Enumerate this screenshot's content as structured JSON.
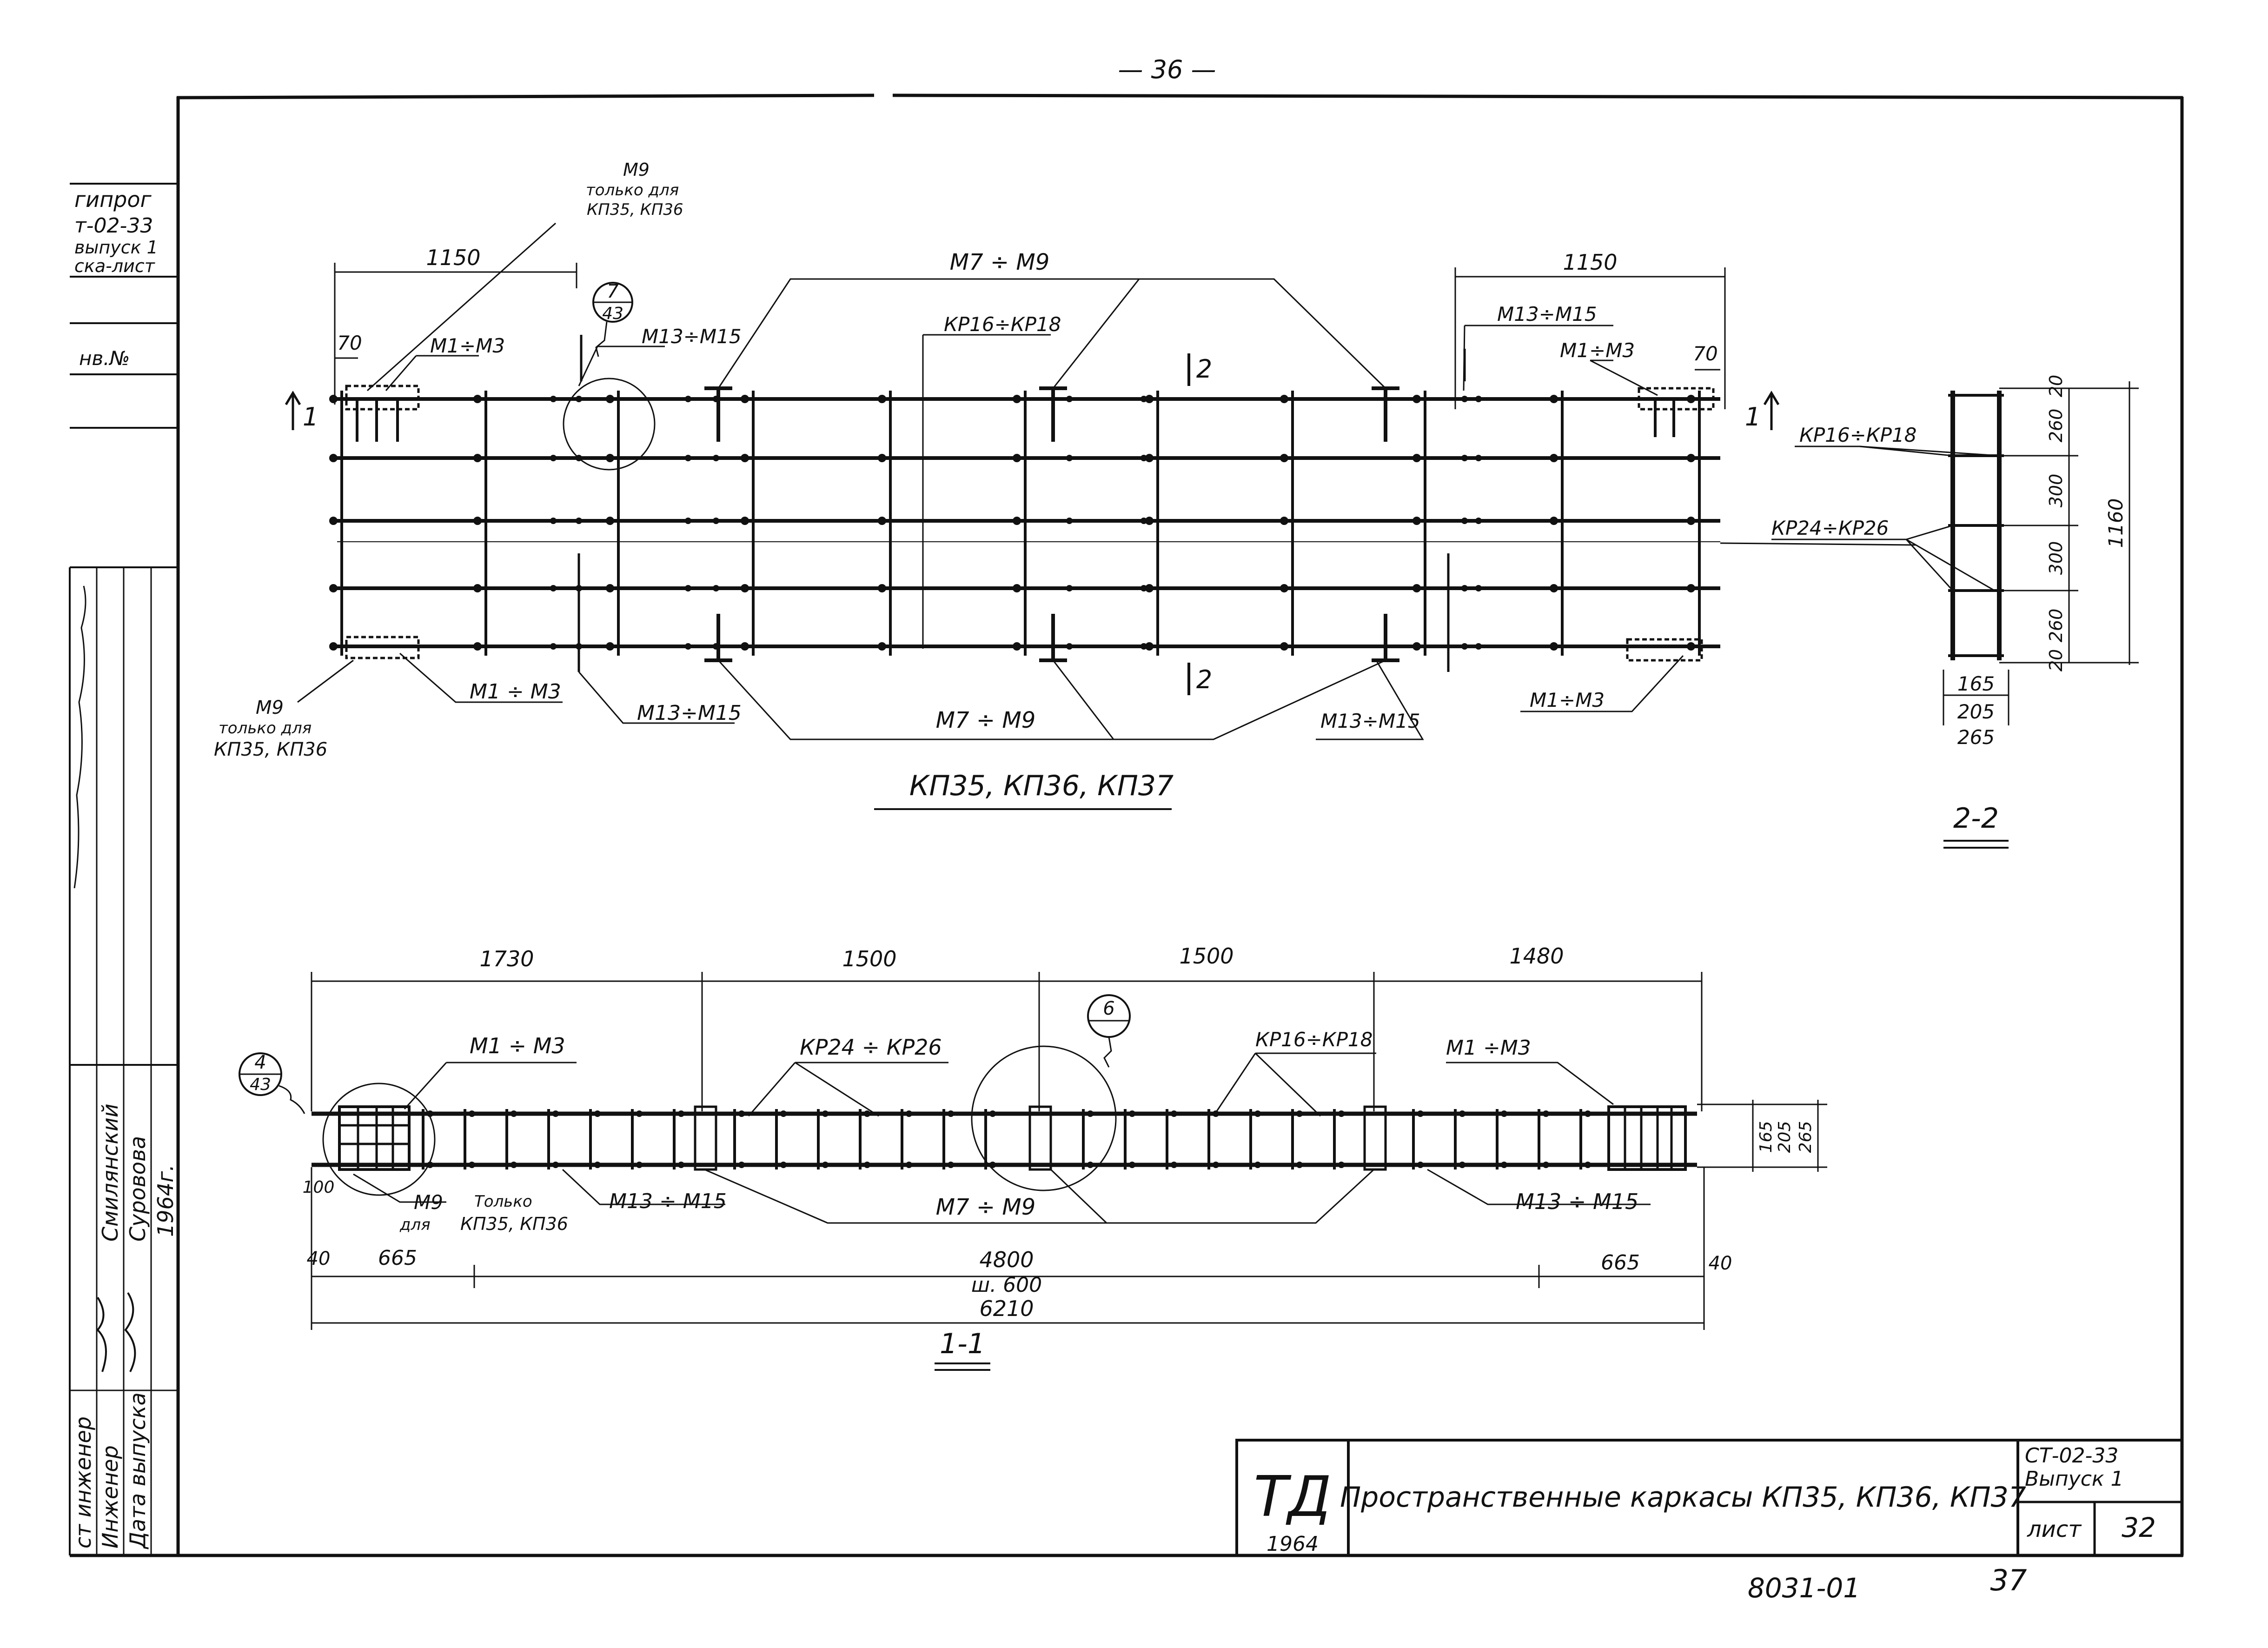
{
  "page_number": "— 36 —",
  "sheet": {
    "stamp_logo": "ТД",
    "stamp_year": "1964",
    "title": "Пространственные каркасы КП35, КП36, КП37",
    "series": "СТ-02-33",
    "issue": "Выпуск 1",
    "sheet_label": "лист",
    "sheet_number": "32",
    "archive_number": "8031-01",
    "page_number_bottom": "37"
  },
  "left_stamp": {
    "org": "гипрог",
    "series": "т-02-33",
    "issue": "выпуск 1",
    "sheet_ref": "ска-лист",
    "inv": "нв.№",
    "roles": [
      "ст инженер",
      "Инженер",
      "Дата выпуска"
    ],
    "names": [
      "Смилянский",
      "Суровова",
      "1964г."
    ],
    "signatures": [
      "подпись",
      "подпись"
    ]
  },
  "plan_view": {
    "caption": "КП35, КП36, КП37",
    "dims": {
      "left_zone": "1150",
      "right_zone": "1150",
      "left_edge": "70",
      "right_edge": "70"
    },
    "labels": {
      "m9_note_top": "М9",
      "m9_note_top_2": "только для",
      "m9_note_top_3": "КП35, КП36",
      "m1_m3_top_left": "М1÷М3",
      "m13_m15_top_left": "М13÷М15",
      "m7_m9_top": "М7 ÷ М9",
      "kr16_kr18_top": "КР16÷КР18",
      "m13_m15_top_right": "М13÷М15",
      "m1_m3_top_right": "М1÷М3",
      "m9_note_bottom": "М9",
      "m9_note_bottom_2": "только для",
      "m9_note_bottom_3": "КП35, КП36",
      "m1_m3_bottom_left": "М1 ÷ М3",
      "m13_m15_bottom_left": "М13÷М15",
      "m7_m9_bottom": "М7 ÷ М9",
      "m13_m15_bottom_right": "М13÷М15",
      "m1_m3_bottom_right": "М1÷М3",
      "section_1_left": "1",
      "section_1_right": "1",
      "section_2_top": "2",
      "section_2_bottom": "2"
    },
    "detail_callout": {
      "top": "7",
      "bottom": "43"
    }
  },
  "section_2_2": {
    "caption": "2-2",
    "kr16_kr18": "КР16÷КР18",
    "kr24_kr26": "КР24÷КР26",
    "vertical_dims": [
      "20",
      "260",
      "300",
      "300",
      "260",
      "20"
    ],
    "total_height": "1160",
    "horizontal_dims": [
      "165",
      "205",
      "265"
    ]
  },
  "section_1_1": {
    "caption": "1-1",
    "top_dims": [
      "1730",
      "1500",
      "1500",
      "1480"
    ],
    "labels": {
      "m1_m3_left": "М1 ÷ М3",
      "kr24_kr26": "КР24 ÷ КР26",
      "kr16_kr18": "КР16÷КР18",
      "m1_m3_right": "М1 ÷М3",
      "m9": "М9",
      "m9_for": "для",
      "only": "Только",
      "only_for": "КП35, КП36",
      "m13_m15_left": "М13 ÷ М15",
      "m7_m9": "М7 ÷ М9",
      "m13_m15_right": "М13 ÷ М15"
    },
    "left_callout": {
      "top": "4",
      "bottom": "43"
    },
    "mid_callout": {
      "top": "6"
    },
    "end_dims": {
      "left_small": "100",
      "left_edge": "40",
      "right_edge": "40",
      "left_zone": "665",
      "right_zone": "665"
    },
    "mid_dim": "4800",
    "step_note": "ш. 600",
    "total": "6210",
    "right_dims": [
      "165",
      "205",
      "265"
    ]
  }
}
